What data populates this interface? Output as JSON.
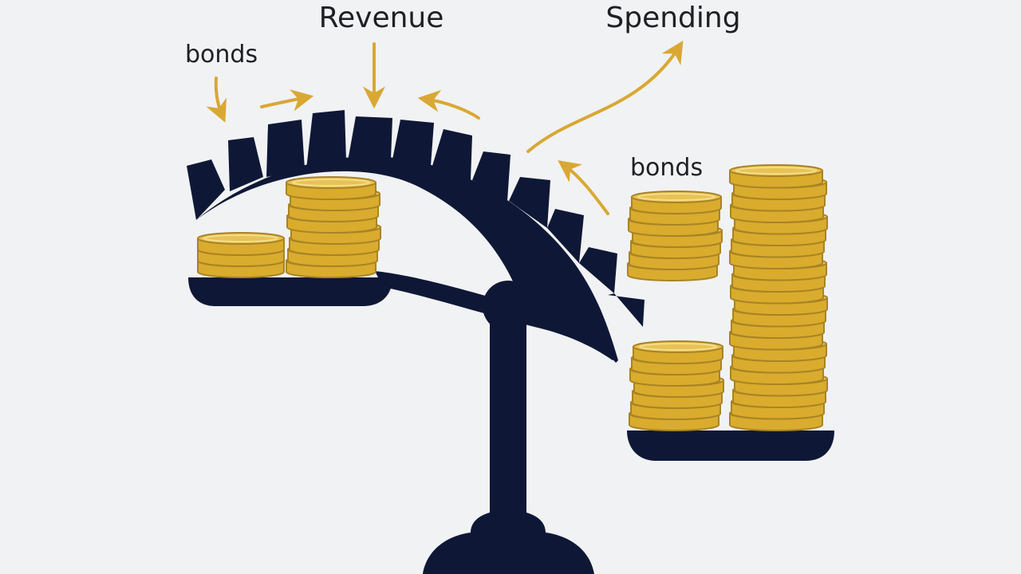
{
  "labels": {
    "revenue": "Revenue",
    "spending": "Spending",
    "bonds_left": "bonds",
    "bonds_right": "bonds"
  },
  "colors": {
    "background": "#f1f2f4",
    "navy": "#0e1836",
    "gold": "#e3b53d",
    "arrow": "#d9a834",
    "text": "#1f1f24"
  },
  "icons": [
    "balance-scale-icon",
    "coin-stack-icon",
    "arrow-icon"
  ]
}
